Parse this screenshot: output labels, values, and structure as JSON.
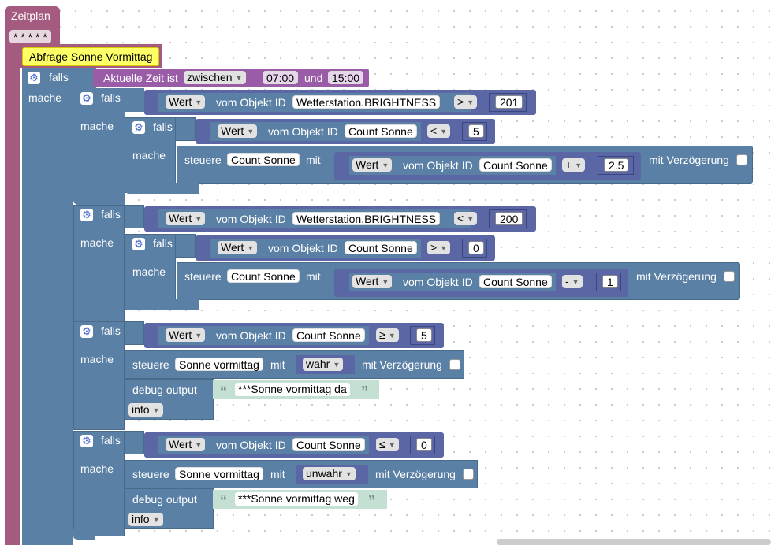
{
  "scheduler": {
    "title": "Zeitplan",
    "cron": "* * * * *"
  },
  "comment": "Abfrage Sonne Vormittag",
  "kw": {
    "falls": "falls",
    "mache": "mache",
    "steuere": "steuere",
    "mit": "mit",
    "mit_verz": "mit Verzögerung",
    "debug": "debug output",
    "wert": "Wert",
    "vom_objekt": "vom Objekt ID"
  },
  "time_cond": {
    "label": "Aktuelle Zeit ist",
    "op": "zwischen",
    "from": "07:00",
    "und": "und",
    "to": "15:00"
  },
  "ids": {
    "brightness": "Wetterstation.BRIGHTNESS",
    "count": "Count Sonne",
    "vormittag": "Sonne vormittag"
  },
  "vals": {
    "op1": ">",
    "v1": "201",
    "op2": "<",
    "v2": "5",
    "mathop1": "+",
    "m1": "2.5",
    "op3": "<",
    "v3": "200",
    "op4": ">",
    "v4": "0",
    "mathop2": "-",
    "m2": "1",
    "op5": "≥",
    "v5": "5",
    "op6": "≤",
    "v6": "0",
    "wahr": "wahr",
    "unwahr": "unwahr",
    "debug1": "***Sonne vormittag da",
    "debug2": "***Sonne vormittag weg",
    "level": "info"
  },
  "colors": {
    "scheduler": "#a55b80",
    "control": "#5b80a5",
    "logic": "#5b67a5",
    "time": "#9a5ca6",
    "text": "#c4e0d3",
    "comment": "#ffff66"
  }
}
